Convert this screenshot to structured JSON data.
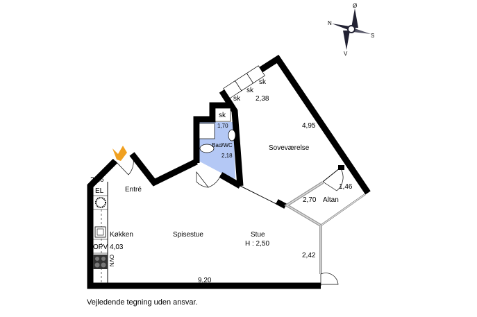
{
  "colors": {
    "wall": "#000000",
    "bathroom": "#b4c8f5",
    "glass": "#a0a0a0",
    "entrance_marker": "#f0a020"
  },
  "compass": {
    "north": "N",
    "east": "Ø",
    "south": "S",
    "west": "V"
  },
  "rooms": {
    "entre": {
      "name": "Entré",
      "dimension": "2,26"
    },
    "bath": {
      "name": "Bad/WC",
      "width": "1,70",
      "length": "2,18",
      "cabinet": "sk"
    },
    "bedroom": {
      "name": "Soveværelse",
      "length": "4,95",
      "cabinet_width": "2,38",
      "cabinets": [
        "sk",
        "sk",
        "sk"
      ]
    },
    "kitchen": {
      "name": "Køkken",
      "dimension": "4,03",
      "el": "EL",
      "dishwasher": "OPV",
      "oven": "OVN"
    },
    "dining": {
      "name": "Spisestue"
    },
    "living": {
      "name": "Stue",
      "height": "H : 2,50",
      "length": "9,20",
      "side": "2,42"
    },
    "balcony": {
      "name": "Altan",
      "length": "2,70",
      "width": "1,46"
    }
  },
  "caption": "Vejledende tegning uden ansvar."
}
